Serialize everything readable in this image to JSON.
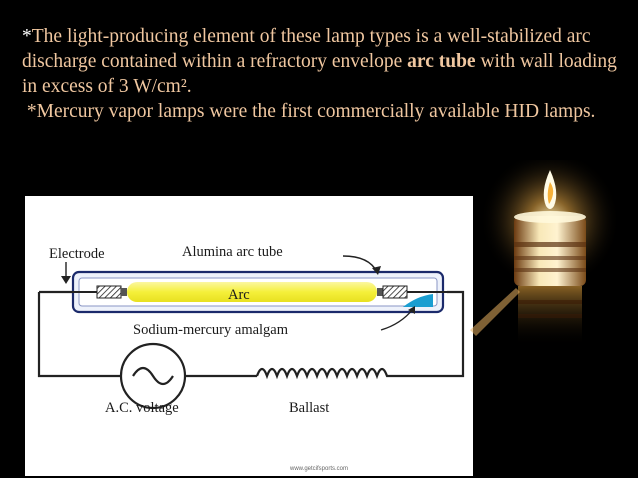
{
  "paragraph1": {
    "star": "*",
    "before": "The light-producing element of these lamp types is a well-stabilized arc discharge contained within a refractory envelope ",
    "bold": "arc tube",
    "after": " with wall loading in excess of 3 W/cm²."
  },
  "paragraph2": {
    "star": "*",
    "text": "Mercury vapor lamps were the first commercially available HID lamps."
  },
  "diagram": {
    "electrode_label": "Electrode",
    "tube_label": "Alumina arc tube",
    "arc_label": "Arc",
    "amalgam_label": "Sodium-mercury amalgam",
    "ac_label": "A.C. voltage",
    "ballast_label": "Ballast",
    "footer": "www.getcifsports.com"
  },
  "colors": {
    "text": "#f0c7a0",
    "background": "#000000",
    "arc_fill": "#f5f03a",
    "tube_outline": "#1b2a6b",
    "amalgam": "#1a9ed1"
  }
}
